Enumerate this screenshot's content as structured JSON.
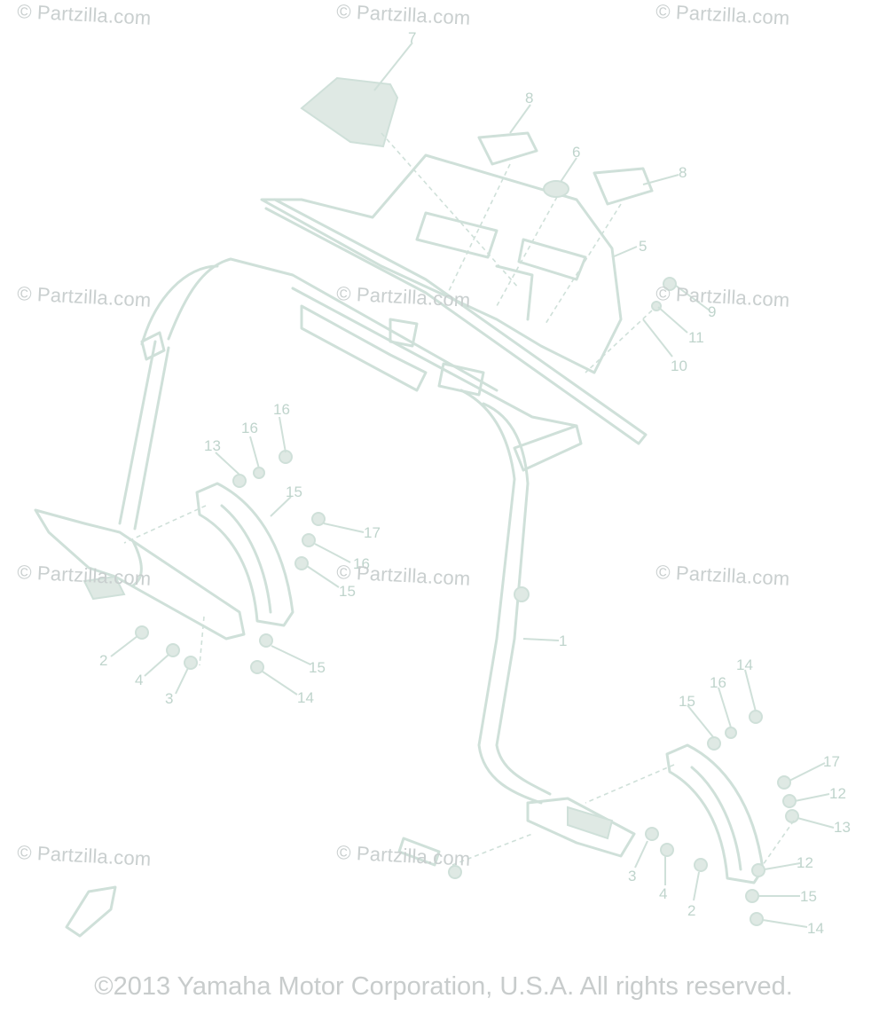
{
  "watermark": {
    "text": "© Partzilla.com"
  },
  "copyright": "©2013 Yamaha Motor Corporation, U.S.A. All rights reserved.",
  "callouts": {
    "c1": "1",
    "c2a": "2",
    "c2b": "2",
    "c3a": "3",
    "c3b": "3",
    "c4a": "4",
    "c4b": "4",
    "c5": "5",
    "c6": "6",
    "c7": "7",
    "c8a": "8",
    "c8b": "8",
    "c9": "9",
    "c10": "10",
    "c11": "11",
    "c12": "12",
    "c13a": "13",
    "c13b": "13",
    "c14a": "14",
    "c14b": "14",
    "c14c": "14",
    "c15a": "15",
    "c15b": "15",
    "c15c": "15",
    "c15d": "15",
    "c16a": "16",
    "c16b": "16",
    "c16c": "16",
    "c16d": "16",
    "c17a": "17",
    "c17b": "17"
  }
}
